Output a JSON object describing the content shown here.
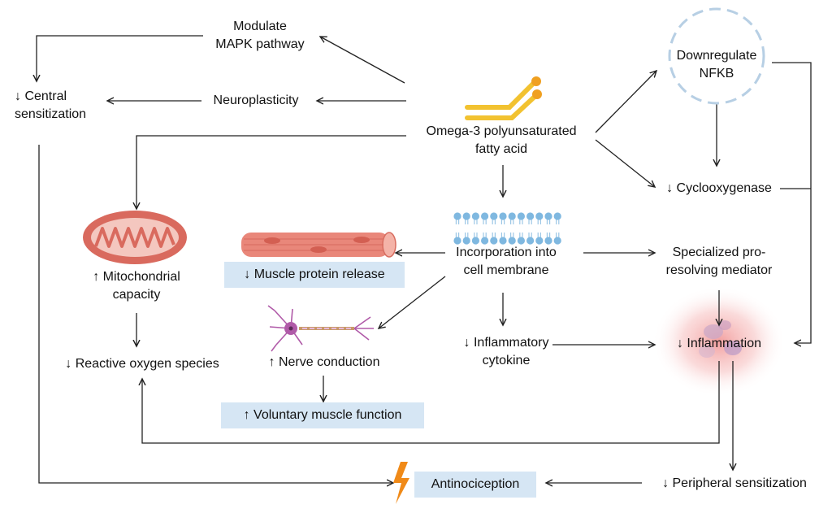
{
  "nodes": {
    "omega3": {
      "line1": "Omega-3 polyunsaturated",
      "line2": "fatty acid"
    },
    "modulate_mapk": {
      "line1": "Modulate",
      "line2": "MAPK pathway"
    },
    "neuroplasticity": "Neuroplasticity",
    "central_sensitization": {
      "line1": "↓ Central",
      "line2": "sensitization"
    },
    "downregulate_nfkb": {
      "line1": "Downregulate",
      "line2": "NFKB"
    },
    "cyclooxygenase": "↓ Cyclooxygenase",
    "mitochondrial_capacity": {
      "line1": "↑ Mitochondrial",
      "line2": "capacity"
    },
    "reactive_oxygen_species": "↓ Reactive oxygen species",
    "muscle_protein_release": "↓ Muscle protein release",
    "incorporation_membrane": {
      "line1": "Incorporation into",
      "line2": "cell membrane"
    },
    "specialized_mediator": {
      "line1": "Specialized pro-",
      "line2": "resolving mediator"
    },
    "nerve_conduction": "↑ Nerve conduction",
    "inflammatory_cytokine": {
      "line1": "↓ Inflammatory",
      "line2": "cytokine"
    },
    "inflammation": "↓ Inflammation",
    "voluntary_muscle_function": "↑ Voluntary muscle function",
    "antinociception": "Antinociception",
    "peripheral_sensitization": "↓ Peripheral sensitization"
  },
  "colors": {
    "highlight_box": "#d6e6f4",
    "lipid_tail": "#f2c230",
    "lipid_head": "#f0a020",
    "mitochondria": "#d96a5e",
    "muscle": "#e9877a",
    "neuron": "#b05aa8",
    "membrane": "#7fb8e0",
    "inflammation_glow": "#f29a9a",
    "lightning": "#f08a18"
  },
  "icons": [
    "omega3-molecule-icon",
    "nfkb-dashed-circle-icon",
    "mitochondrion-icon",
    "muscle-fiber-icon",
    "cell-membrane-icon",
    "neuron-icon",
    "inflammation-cells-icon",
    "lightning-icon"
  ]
}
